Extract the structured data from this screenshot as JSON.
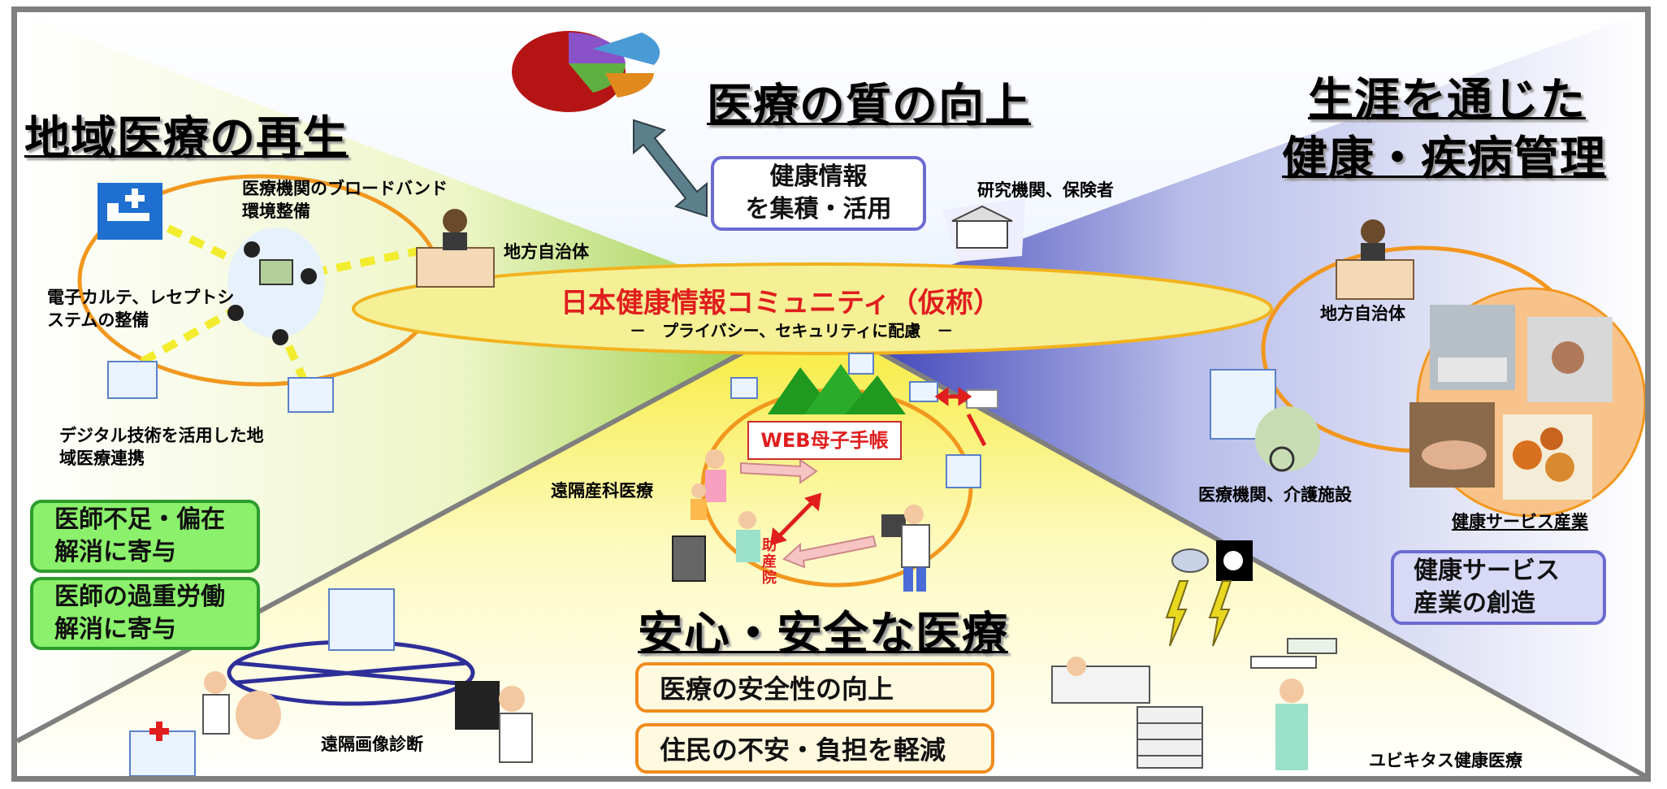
{
  "headings": {
    "regional": "地域医療の再生",
    "quality": "医療の質の向上",
    "lifelong_line1": "生涯を通じた",
    "lifelong_line2": "健康・疾病管理",
    "safety": "安心・安全な医療"
  },
  "center": {
    "title": "日本健康情報コミュニティ（仮称）",
    "subtitle": "－　プライバシー、セキュリティに配慮　－"
  },
  "boxes": {
    "info_line1": "健康情報",
    "info_line2": "を集積・活用",
    "doctor_shortage_line1": "医師不足・偏在",
    "doctor_shortage_line2": "解消に寄与",
    "overwork_line1": "医師の過重労働",
    "overwork_line2": "解消に寄与",
    "safety_up": "医療の安全性の向上",
    "reduce_anxiety": "住民の不安・負担を軽減",
    "health_service_line1": "健康サービス",
    "health_service_line2": "産業の創造"
  },
  "labels": {
    "broadband_line1": "医療機関のブロードバンド",
    "broadband_line2": "環境整備",
    "local_gov_left": "地方自治体",
    "ehr_line1": "電子カルテ、レセプトシ",
    "ehr_line2": "ステムの整備",
    "digital_line1": "デジタル技術を活用した地",
    "digital_line2": "域医療連携",
    "research": "研究機関、保険者",
    "local_gov_right": "地方自治体",
    "medical_care": "医療機関、介護施設",
    "health_industry": "健康サービス産業",
    "remote_obstetrics": "遠隔産科医療",
    "web_book": "WEB母子手帳",
    "midwifery": "助産院",
    "remote_imaging": "遠隔画像診断",
    "ubiquitous": "ユビキタス健康医療"
  },
  "colors": {
    "frame": "#7f7f7f",
    "center_ellipse": "#f5ef96",
    "center_ellipse_border": "#f2b21d",
    "center_title": "#e01e1e",
    "ring_orange": "#f2971e",
    "ring_blue": "#2e2e99",
    "box_blue_border": "#6b6bd1",
    "box_green_fill": "#8bf06b",
    "box_orange_border": "#f08c1e",
    "dashed_link": "#f2ec2e",
    "arrow_red": "#e01e1e"
  },
  "icons": [
    "hospital-bed-sign-icon",
    "pie-chart-icon",
    "double-arrow-icon",
    "official-at-desk-icon",
    "computer-user-icon",
    "hospital-building-icon",
    "research-building-icon",
    "mountains-icon",
    "ambulance-icon",
    "mother-child-icon",
    "nurse-icon",
    "doctor-at-computer-icon",
    "ultrasound-machine-icon",
    "wheelchair-icon",
    "spa-photo-icon",
    "fitness-photo-icon",
    "massage-photo-icon",
    "food-photo-icon",
    "camera-dome-icon",
    "patient-in-bed-icon",
    "nurse-with-tray-icon",
    "xray-doctor-icon",
    "exam-doctor-icon",
    "clinic-building-icon",
    "lightning-icon",
    "medicine-tray-icon"
  ]
}
